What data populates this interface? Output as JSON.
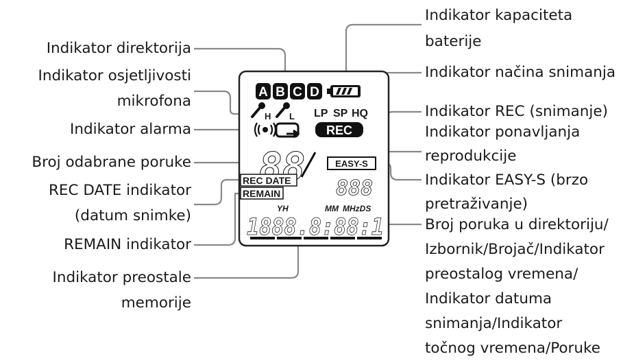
{
  "labels": {
    "dir": "Indikator direktorija",
    "mic1": "Indikator osjetljivosti",
    "mic2": "mikrofona",
    "alarm": "Indikator alarma",
    "msgno": "Broj odabrane poruke",
    "recdate1": "REC DATE indikator",
    "recdate2": "(datum snimke)",
    "remain": "REMAIN indikator",
    "mem1": "Indikator preostale",
    "mem2": "memorije",
    "bat1": "Indikator kapaciteta",
    "bat2": "baterije",
    "mode": "Indikator načina snimanja",
    "rec": "Indikator REC (snimanje)",
    "rep1": "Indikator ponavljanja",
    "rep2": "reprodukcije",
    "easy1": "Indikator EASY-S (brzo",
    "easy2": "pretraživanje)",
    "cnt1": "Broj poruka u direktoriju/",
    "cnt2": "Izbornik/Brojač/Indikator",
    "cnt3": "preostalog vremena/",
    "cnt4": "Indikator datuma",
    "cnt5": "snimanja/Indikator",
    "cnt6": "točnog vremena/Poruke"
  },
  "lcd": {
    "dir_a": "A",
    "dir_b": "B",
    "dir_c": "C",
    "dir_d": "D",
    "mic_h": "H",
    "mic_l": "L",
    "lp": "LP",
    "sp": "SP",
    "hq": "HQ",
    "rec": "REC",
    "big_digits": "88",
    "easy": "EASY-S",
    "recdate": "REC DATE",
    "remain": "REMAIN",
    "small_digits": "888",
    "yh": "YH",
    "mm": "MM",
    "mhzds": "MHzDS",
    "counter": "1888.8:88:1"
  }
}
